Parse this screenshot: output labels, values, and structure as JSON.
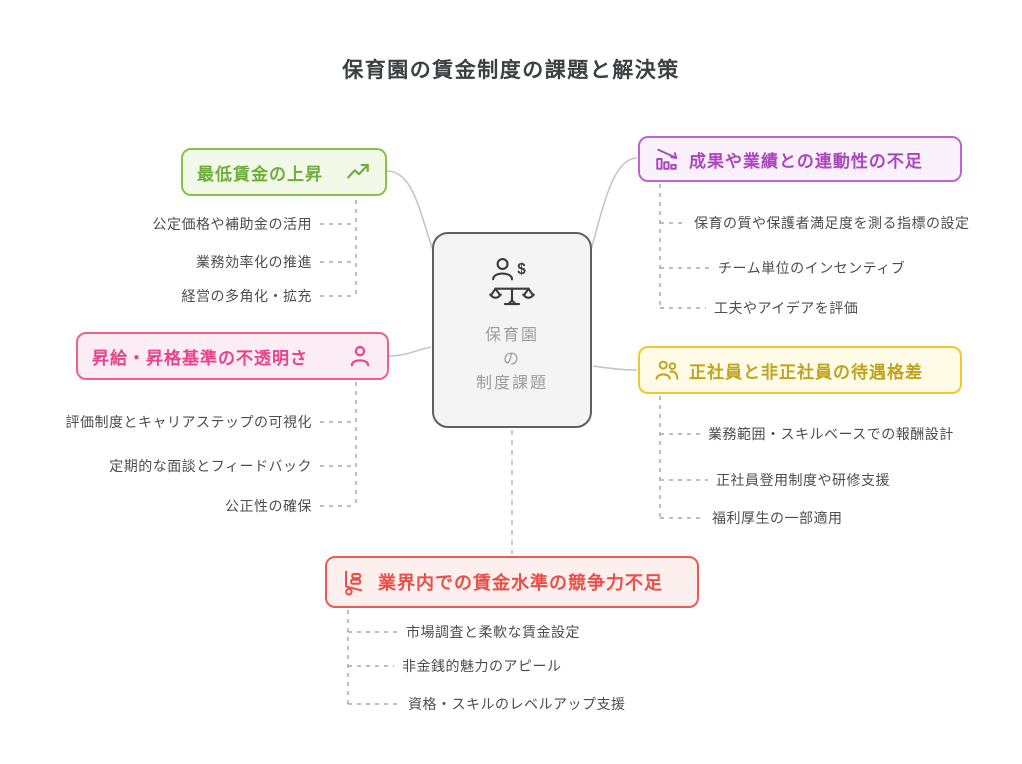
{
  "title": "保育園の賃金制度の課題と解決策",
  "center": {
    "lines": [
      "保育園",
      "の",
      "制度課題"
    ],
    "icon": "person-salary-scale-icon"
  },
  "branches": [
    {
      "id": "minimum-wage-rise",
      "label": "最低賃金の上昇",
      "icon": "trend-up-chart-icon",
      "color": "#6fae3b",
      "items": [
        "公定価格や補助金の活用",
        "業務効率化の推進",
        "経営の多角化・拡充"
      ]
    },
    {
      "id": "performance-linkage-lack",
      "label": "成果や業績との連動性の不足",
      "icon": "declining-bar-chart-icon",
      "color": "#ab47bc",
      "items": [
        "保育の質や保護者満足度を測る指標の設定",
        "チーム単位のインセンティブ",
        "工夫やアイデアを評価"
      ]
    },
    {
      "id": "promotion-criteria-opacity",
      "label": "昇給・昇格基準の不透明さ",
      "icon": "person-icon",
      "color": "#e8448a",
      "items": [
        "評価制度とキャリアステップの可視化",
        "定期的な面談とフィードバック",
        "公正性の確保"
      ]
    },
    {
      "id": "employment-treatment-gap",
      "label": "正社員と非正社員の待遇格差",
      "icon": "two-people-icon",
      "color": "#bfa41f",
      "items": [
        "業務範囲・スキルベースでの報酬設計",
        "正社員登用制度や研修支援",
        "福利厚生の一部適用"
      ]
    },
    {
      "id": "wage-competitiveness-lack",
      "label": "業界内での賃金水準の競争力不足",
      "icon": "handcart-coins-icon",
      "color": "#e84f48",
      "items": [
        "市場調査と柔軟な賃金設定",
        "非金銭的魅力のアピール",
        "資格・スキルのレベルアップ支援"
      ]
    }
  ]
}
